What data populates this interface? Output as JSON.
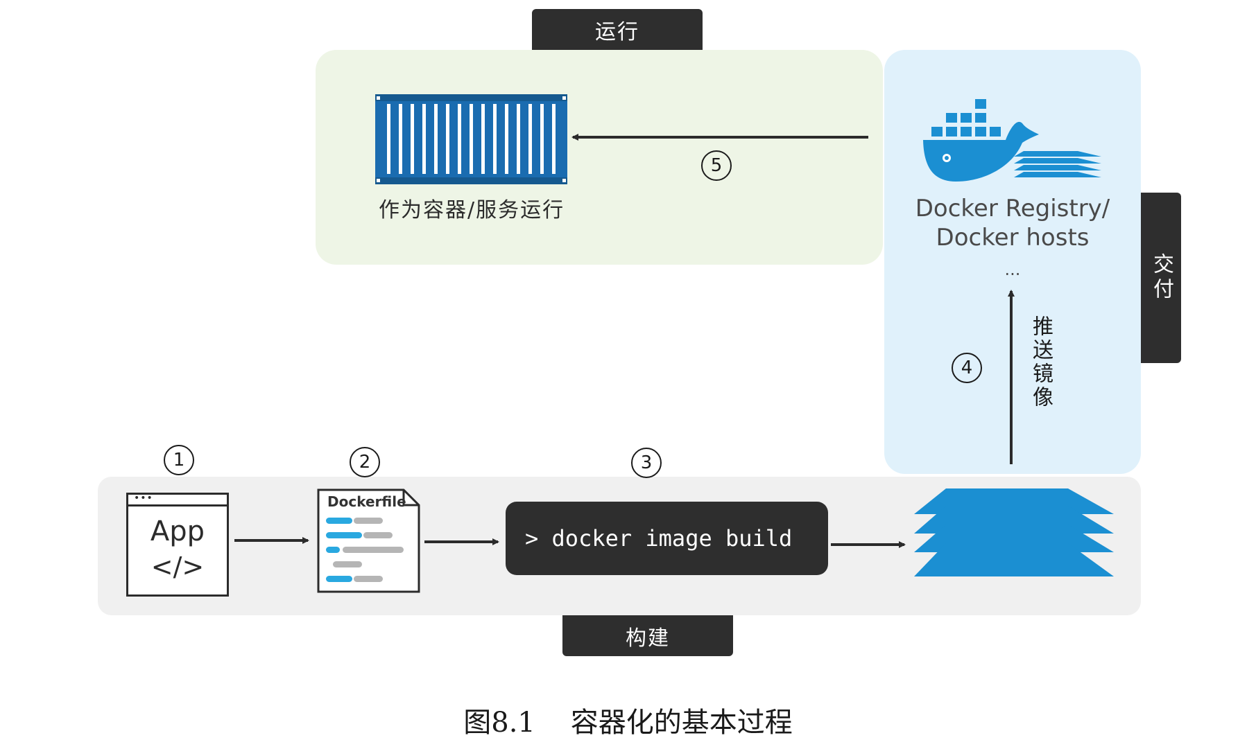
{
  "stages": {
    "run_label": "运行",
    "ship_label": "交付",
    "build_label": "构建"
  },
  "run": {
    "caption": "作为容器/服务运行",
    "container_icon": "shipping-container-icon"
  },
  "registry": {
    "title_line1": "Docker Registry/",
    "title_line2": "Docker hosts",
    "ellipsis": "...",
    "logo_icon": "docker-whale-icon",
    "layers_icon": "image-layers-icon"
  },
  "push": {
    "label": "推送镜像"
  },
  "steps": [
    "1",
    "2",
    "3",
    "4",
    "5"
  ],
  "build": {
    "app_name": "App",
    "app_code": "</>",
    "dockerfile_label": "Dockerfile",
    "command": "> docker image build"
  },
  "figure": {
    "caption": "图8.1    容器化的基本过程"
  },
  "colors": {
    "docker_blue": "#1b8fd2",
    "container_blue": "#1a6cb0",
    "dark_tab": "#2e2e2e",
    "run_panel": "#eef5e6",
    "ship_panel": "#e0f1fb",
    "build_panel": "#f0f0f0"
  }
}
